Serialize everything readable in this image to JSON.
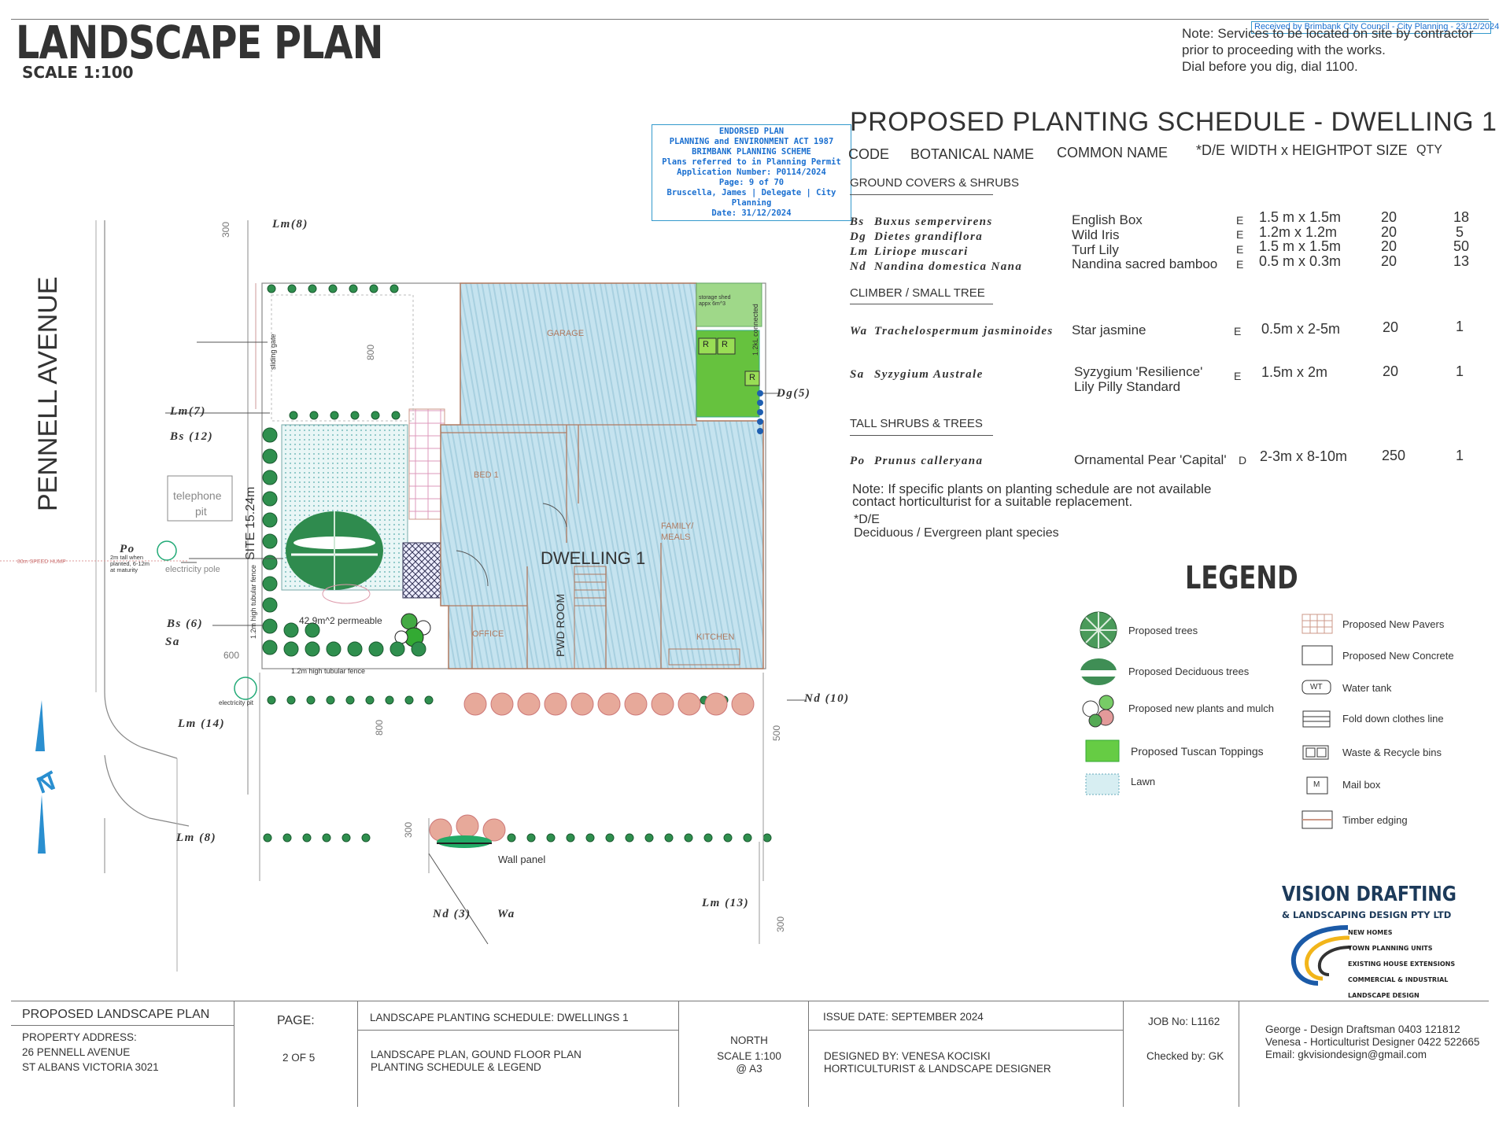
{
  "header": {
    "title": "LANDSCAPE PLAN",
    "scale": "SCALE 1:100"
  },
  "received": "Received by Brimbank City Council - City Planning - 23/12/2024",
  "services_note": [
    "Note: Services to be located on site by contractor",
    "prior to proceeding with the works.",
    "Dial before you dig, dial 1100."
  ],
  "stamp": [
    "ENDORSED PLAN",
    "PLANNING and ENVIRONMENT ACT 1987",
    "BRIMBANK PLANNING SCHEME",
    "Plans referred to in Planning Permit",
    "Application Number: P0114/2024",
    "Page: 9 of 70",
    "Bruscella, James | Delegate | City Planning",
    "Date: 31/12/2024"
  ],
  "schedule": {
    "title": "PROPOSED PLANTING SCHEDULE -  DWELLING 1",
    "columns": {
      "code": "CODE",
      "botanical": "BOTANICAL NAME",
      "common": "COMMON NAME",
      "de": "*D/E",
      "size": "WIDTH x HEIGHT",
      "pot": "POT SIZE",
      "qty": "QTY"
    },
    "sections": {
      "ground": "GROUND COVERS & SHRUBS",
      "climber": "CLIMBER / SMALL TREE",
      "tall": "TALL SHRUBS & TREES"
    },
    "rows": [
      {
        "code": "Bs",
        "botanical": "Buxus sempervirens",
        "common": "English Box",
        "de": "E",
        "size": "1.5 m x 1.5m",
        "pot": "20",
        "qty": "18"
      },
      {
        "code": "Dg",
        "botanical": "Dietes grandiflora",
        "common": "Wild Iris",
        "de": "E",
        "size": "1.2m x 1.2m",
        "pot": "20",
        "qty": "5"
      },
      {
        "code": "Lm",
        "botanical": "Liriope muscari",
        "common": "Turf Lily",
        "de": "E",
        "size": "1.5 m x 1.5m",
        "pot": "20",
        "qty": "50"
      },
      {
        "code": "Nd",
        "botanical": "Nandina domestica Nana",
        "common": "Nandina sacred bamboo",
        "de": "E",
        "size": "0.5 m x 0.3m",
        "pot": "20",
        "qty": "13"
      },
      {
        "code": "Wa",
        "botanical": "Trachelospermum jasminoides",
        "common": "Star jasmine",
        "de": "E",
        "size": "0.5m x  2-5m",
        "pot": "20",
        "qty": "1"
      },
      {
        "code": "Sa",
        "botanical": "Syzygium Australe",
        "common": "Syzygium 'Resilience'",
        "common2": "Lily Pilly Standard",
        "de": "E",
        "size": "1.5m x  2m",
        "pot": "20",
        "qty": "1"
      },
      {
        "code": "Po",
        "botanical": "Prunus calleryana",
        "common": "Ornamental Pear 'Capital'",
        "de": "D",
        "size": "2-3m x 8-10m",
        "pot": "250",
        "qty": "1"
      }
    ],
    "note1": "Note: If specific plants on planting schedule are not available",
    "note2": "contact horticulturist for a suitable replacement.",
    "de_title": "*D/E",
    "de_text": "Deciduous / Evergreen plant species"
  },
  "legend": {
    "title": "LEGEND",
    "left": [
      "Proposed trees",
      "Proposed Deciduous trees",
      "Proposed new plants and mulch",
      "Proposed Tuscan Toppings",
      "Lawn"
    ],
    "right": [
      "Proposed New Pavers",
      "Proposed New Concrete",
      "Water tank",
      "Fold down clothes line",
      "Waste & Recycle bins",
      "Mail box",
      "Timber edging"
    ],
    "wt": "WT",
    "m": "M"
  },
  "company": {
    "name": "VISION DRAFTING",
    "sub": "& LANDSCAPING DESIGN PTY LTD",
    "services": [
      "NEW HOMES",
      "TOWN PLANNING UNITS",
      "EXISTING HOUSE EXTENSIONS",
      "COMMERCIAL & INDUSTRIAL",
      "LANDSCAPE DESIGN"
    ]
  },
  "plan": {
    "street": "PENNELL AVENUE",
    "dwelling": "DWELLING 1",
    "site": "SITE 15.24m",
    "garage": "GARAGE",
    "bed": "BED 1",
    "family": "FAMILY/",
    "meals": "MEALS",
    "office": "OFFICE",
    "pwd": "PWD ROOM",
    "kitchen": "KITCHEN",
    "permeable": "42.9m^2 permeable",
    "telephone": "telephone",
    "telephone2": "pit",
    "electricity": "electricity pole",
    "electricity2": "electricity pit",
    "speed": "80m SPEED HUMP",
    "po_note": [
      "2m tall when",
      "planted, 6-12m",
      "at maturity"
    ],
    "fence1": "1.2m high tubular fence",
    "fence2": "1.2m high tubular fence",
    "gate": "sliding gate",
    "storage": "storage shed",
    "storage2": "appx 6m^3",
    "tank": "1.2kL connected",
    "wall": "Wall panel",
    "labels": {
      "lm8a": "Lm(8)",
      "lm7": "Lm(7)",
      "bs12": "Bs (12)",
      "po": "Po",
      "bs6": "Bs (6)",
      "sa": "Sa",
      "lm14": "Lm (14)",
      "lm8b": "Lm (8)",
      "nd3": "Nd (3)",
      "wa": "Wa",
      "lm13": "Lm (13)",
      "nd10": "Nd (10)",
      "dg5": "Dg(5)"
    },
    "dims": {
      "d300a": "300",
      "d800": "800",
      "d600": "600",
      "d800b": "800",
      "d500": "500",
      "d300b": "300",
      "d300c": "300"
    },
    "north": "N",
    "r": "R"
  },
  "footer": {
    "title": "PROPOSED LANDSCAPE PLAN",
    "address_label": "PROPERTY ADDRESS:",
    "address1": "26 PENNELL AVENUE",
    "address2": "ST ALBANS VICTORIA 3021",
    "page_label": "PAGE:",
    "page": "2 OF 5",
    "sched": "LANDSCAPE PLANTING SCHEDULE: DWELLINGS 1",
    "desc1": "LANDSCAPE PLAN, GOUND FLOOR PLAN",
    "desc2": "PLANTING SCHEDULE & LEGEND",
    "north": "NORTH",
    "scale": "SCALE 1:100",
    "a3": "@ A3",
    "issue": "ISSUE DATE: SEPTEMBER 2024",
    "designer1": "DESIGNED BY: VENESA KOCISKI",
    "designer2": "HORTICULTURIST & LANDSCAPE DESIGNER",
    "job": "JOB No: L1162",
    "checked": "Checked by: GK",
    "contact1": "George - Design Draftsman 0403 121812",
    "contact2": "Venesa - Horticulturist Designer 0422 522665",
    "contact3": "Email: gkvisiondesign@gmail.com"
  }
}
